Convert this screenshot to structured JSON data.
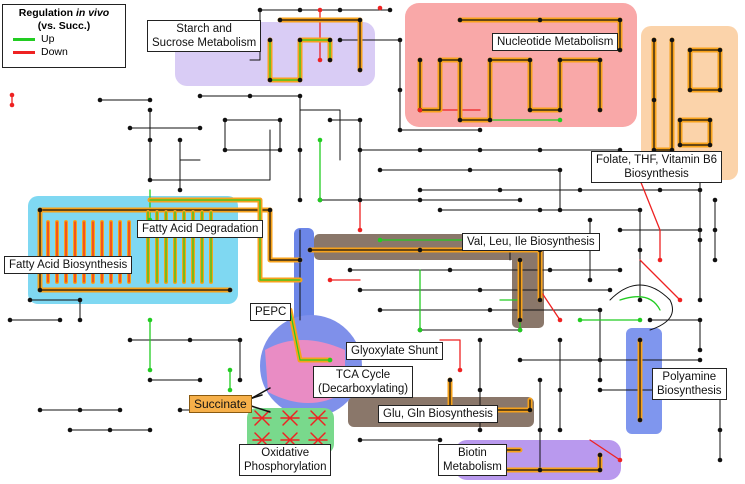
{
  "legend": {
    "title": "Regulation in vivo",
    "title_plain": "Regulation ",
    "title_italic": "in vivo",
    "subtitle": "(vs. Succ.)",
    "items": [
      {
        "label": "Up",
        "color": "#22cc22"
      },
      {
        "label": "Down",
        "color": "#ee2222"
      }
    ]
  },
  "colors": {
    "pathway_highlight": "#f7a21b",
    "line": "#111111",
    "node": "#111111",
    "up": "#22cc22",
    "down": "#ee2222"
  },
  "regions": [
    {
      "id": "starch",
      "color": "#d9ccf5"
    },
    {
      "id": "nucleotide",
      "color": "#f9a8a8"
    },
    {
      "id": "folate",
      "color": "#fbd3aa"
    },
    {
      "id": "fatty-acid",
      "color": "#7fd8f2"
    },
    {
      "id": "aminoacid",
      "color": "#8a776a"
    },
    {
      "id": "pepc",
      "color": "#6c86e8"
    },
    {
      "id": "tca-ring",
      "color": "#7f90ea"
    },
    {
      "id": "tca-inner",
      "color": "#e98cc4"
    },
    {
      "id": "glu-gln",
      "color": "#8a776a"
    },
    {
      "id": "oxphos",
      "color": "#79d98c"
    },
    {
      "id": "polyamine",
      "color": "#7f96ee"
    },
    {
      "id": "biotin",
      "color": "#b999ee"
    }
  ],
  "labels": {
    "starch": [
      "Starch and",
      "Sucrose Metabolism"
    ],
    "nucleotide": "Nucleotide Metabolism",
    "folate": [
      "Folate, THF, Vitamin B6",
      "Biosynthesis"
    ],
    "fatty_acid_degradation": "Fatty Acid Degradation",
    "fatty_acid_biosynthesis": "Fatty Acid Biosynthesis",
    "val_leu_ile": "Val, Leu, Ile Biosynthesis",
    "pepc": "PEPC",
    "glyoxylate": "Glyoxylate Shunt",
    "tca": [
      "TCA Cycle",
      "(Decarboxylating)"
    ],
    "succinate": "Succinate",
    "glu_gln": "Glu, Gln Biosynthesis",
    "polyamine": [
      "Polyamine",
      "Biosynthesis"
    ],
    "oxphos": [
      "Oxidative",
      "Phosphorylation"
    ],
    "biotin": [
      "Biotin",
      "Metabolism"
    ]
  }
}
